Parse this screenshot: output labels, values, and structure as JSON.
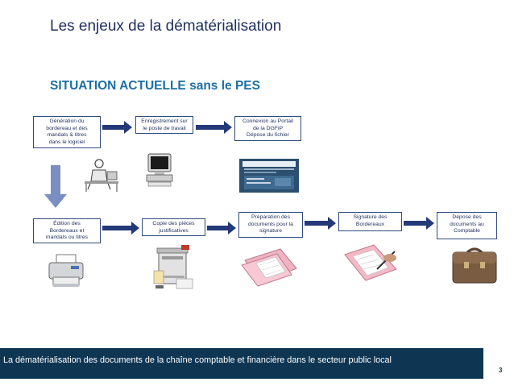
{
  "slide": {
    "title": "Les enjeux de la dématérialisation",
    "subtitle": "SITUATION ACTUELLE sans le PES",
    "footer": "La dématérialisation des documents de la chaîne comptable et financière dans le secteur public local",
    "page_number": "3"
  },
  "steps": [
    {
      "lines": [
        "Génération du",
        "bordereau et des",
        "mandats & titres",
        "dans le logiciel"
      ]
    },
    {
      "lines": [
        "Enregistrement sur",
        "le poste de travail"
      ]
    },
    {
      "lines": [
        "Connexion au Portail",
        "de la DGFiP",
        "Dépose du fichier"
      ]
    },
    {
      "lines": [
        "Édition des",
        "Bordereaux et",
        "mandats ou titres"
      ]
    },
    {
      "lines": [
        "Copie des pièces",
        "justificatives"
      ]
    },
    {
      "lines": [
        "Préparation des",
        "documents pour la",
        "signature"
      ]
    },
    {
      "lines": [
        "Signature des",
        "Bordereaux"
      ]
    },
    {
      "lines": [
        "Dépose des",
        "documents au",
        "Comptable"
      ]
    }
  ],
  "illustrations": [
    "person-at-desk-icon",
    "computer-icon",
    "portal-screenshot",
    "printer-icon",
    "copier-icon",
    "folder-icon",
    "signing-icon",
    "briefcase-icon"
  ]
}
